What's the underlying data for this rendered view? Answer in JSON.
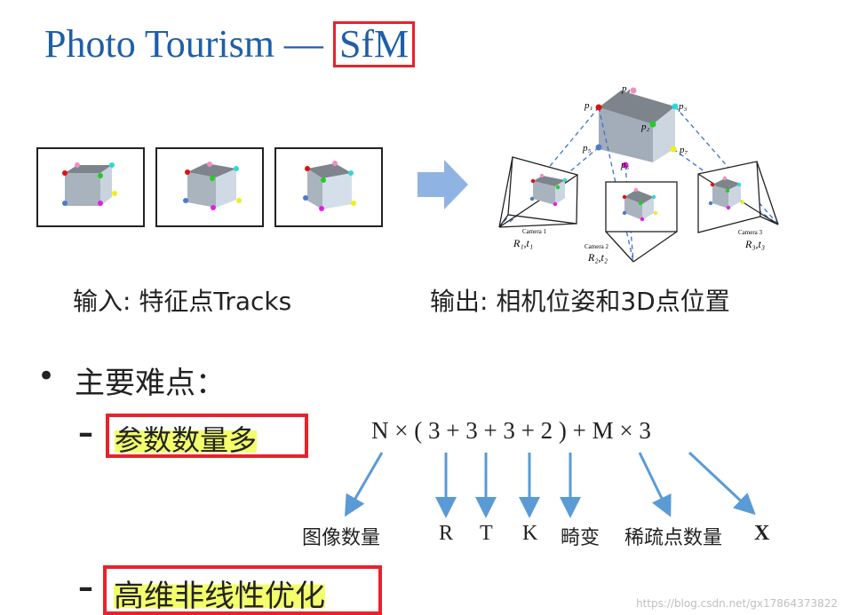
{
  "title": {
    "main": "Photo Tourism —",
    "highlight": "SfM"
  },
  "figure": {
    "cameras": [
      {
        "name": "Camera 1",
        "pose": "R₁,t₁"
      },
      {
        "name": "Camera 2",
        "pose": "R₂,t₂"
      },
      {
        "name": "Camera 3",
        "pose": "R₃,t₃"
      }
    ],
    "points": [
      "p₁",
      "p₂",
      "p₃",
      "p₄",
      "p₅",
      "p₆",
      "p₇"
    ],
    "colors": {
      "arrow": "#8fb4e3",
      "dash": "#3d6fd0",
      "highlight_box": "#e8222b",
      "highlighter": "#f3ff6b",
      "label_arrow": "#5b9bd5"
    }
  },
  "input_caption": "输入: 特征点Tracks",
  "output_caption": "输出: 相机位姿和3D点位置",
  "bullet": {
    "heading": "主要难点：",
    "items": [
      {
        "dash": "–",
        "text": "参数数量多"
      },
      {
        "dash": "–",
        "text": "高维非线性优化"
      }
    ]
  },
  "formula": "N × ( 3 + 3 + 3 + 2 ) + M × 3",
  "formula_labels": {
    "image_count": "图像数量",
    "r": "R",
    "t": "T",
    "k": "K",
    "distortion": "畸变",
    "sparse_count": "稀疏点数量",
    "x": "X"
  },
  "watermark": "https://blog.csdn.net/gx17864373822"
}
